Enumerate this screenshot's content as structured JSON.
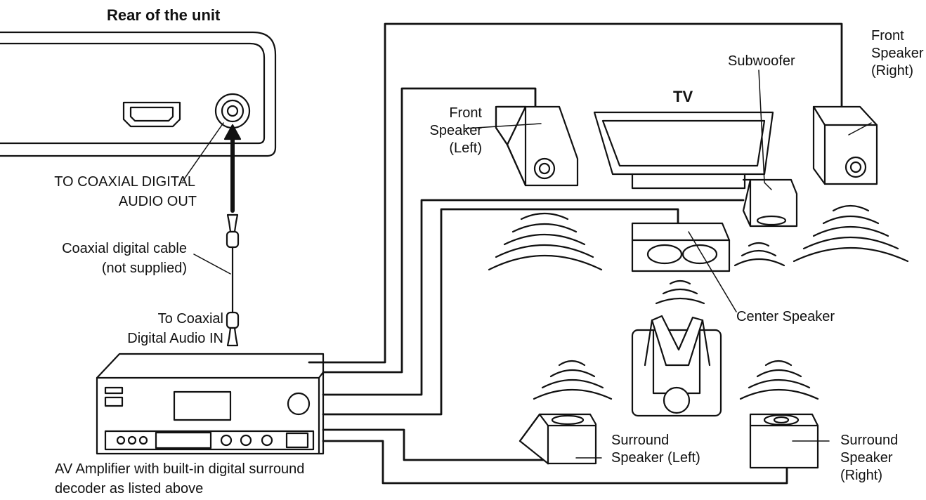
{
  "labels": {
    "rear_title": "Rear of the unit",
    "tv": "TV",
    "coax_out_1": "TO COAXIAL DIGITAL",
    "coax_out_2": "AUDIO OUT",
    "cable_1": "Coaxial digital cable",
    "cable_2": "(not supplied)",
    "coax_in_1": "To Coaxial",
    "coax_in_2": "Digital Audio IN",
    "amp_1": "AV Amplifier with built-in digital surround",
    "amp_2": "decoder as listed above",
    "front_left_1": "Front",
    "front_left_2": "Speaker",
    "front_left_3": "(Left)",
    "front_right_1": "Front",
    "front_right_2": "Speaker",
    "front_right_3": "(Right)",
    "subwoofer": "Subwoofer",
    "center": "Center Speaker",
    "surround_left_1": "Surround",
    "surround_left_2": "Speaker (Left)",
    "surround_right_1": "Surround",
    "surround_right_2": "Speaker",
    "surround_right_3": "(Right)"
  },
  "colors": {
    "ink": "#111111",
    "paper": "#ffffff",
    "speaker_fill": "#f2f2f2"
  }
}
